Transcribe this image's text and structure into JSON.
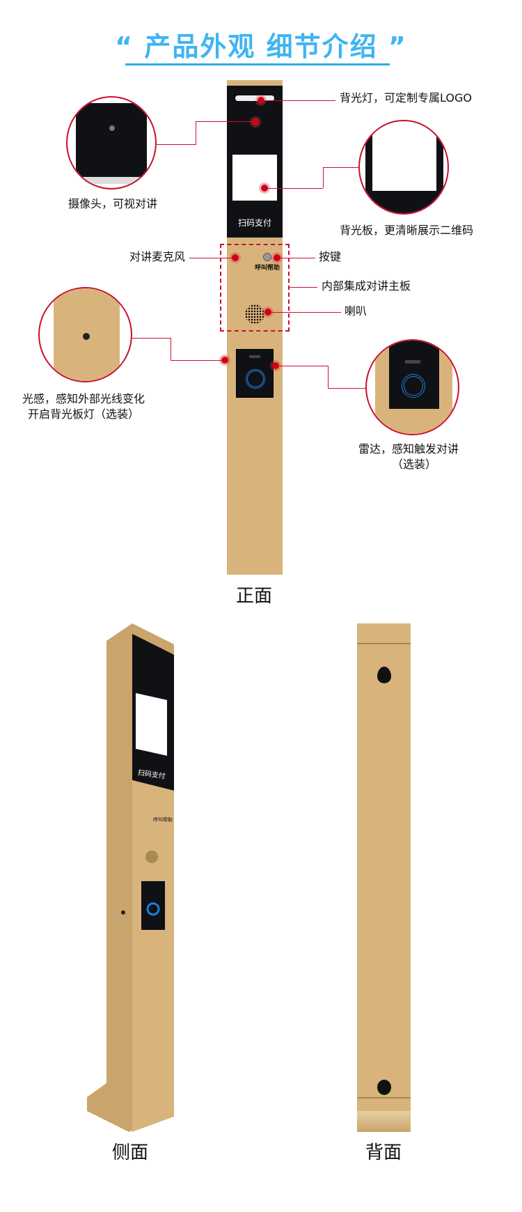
{
  "title": "“ 产品外观 细节介绍 ”",
  "front": {
    "screen_text": "扫码支付",
    "button_text": "呼叫帮助",
    "caption": "正面",
    "labels": {
      "backlight": "背光灯，可定制专属LOGO",
      "camera": "摄像头，可视对讲",
      "panel": "背光板，更清晰展示二维码",
      "mic": "对讲麦克风",
      "button": "按键",
      "board": "内部集成对讲主板",
      "speaker": "喇叭",
      "light1": "光感，感知外部光线变化",
      "light2": "开启背光板灯（选装）",
      "radar1": "雷达，感知触发对讲",
      "radar2": "（选装）"
    }
  },
  "side": {
    "caption": "侧面",
    "screen_text": "扫码支付",
    "button_text": "呼叫帮助"
  },
  "back": {
    "caption": "背面"
  },
  "colors": {
    "gold": "#d8b47c",
    "black": "#101114",
    "accent": "#c8102e",
    "title": "#3fb4f2"
  }
}
